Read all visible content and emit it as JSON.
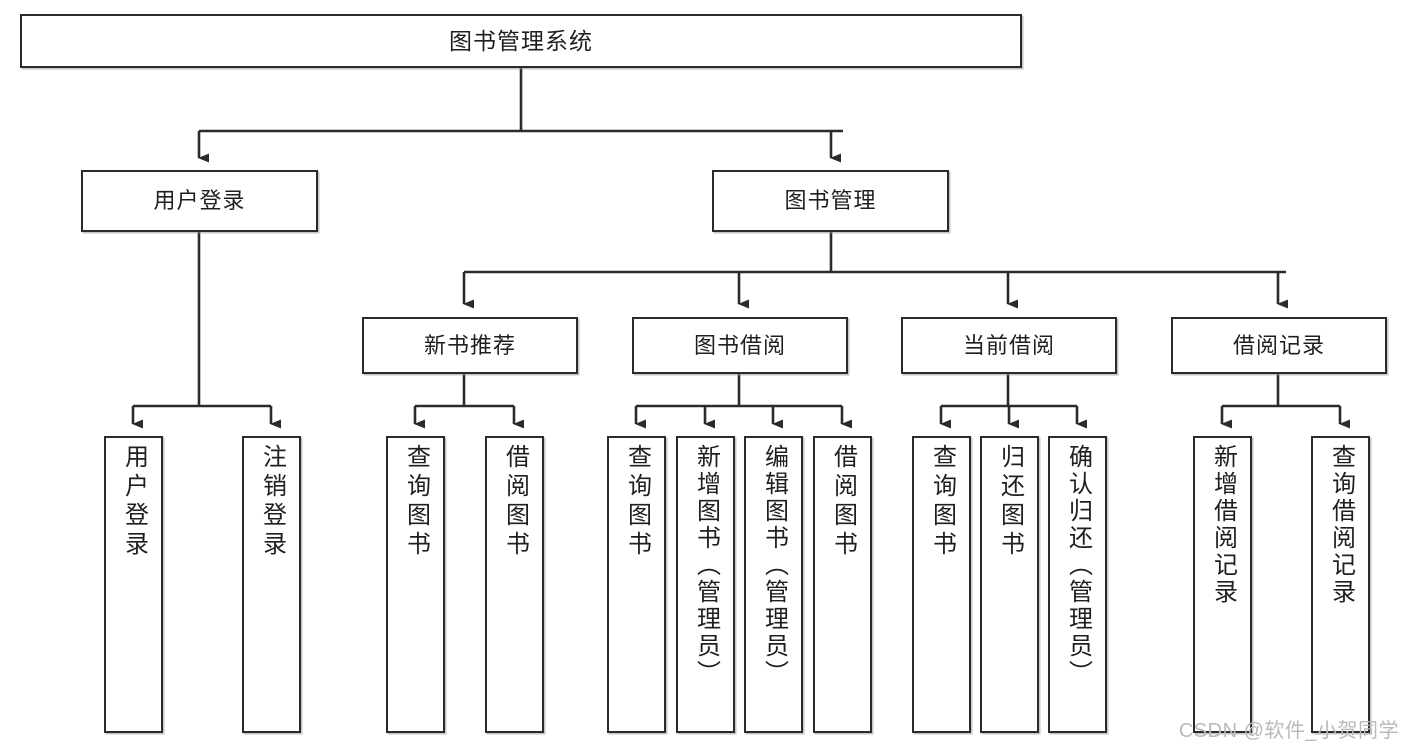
{
  "diagram": {
    "title": "图书管理系统",
    "watermark": "CSDN @软件_小贺同学",
    "nodes": {
      "root": {
        "label": "图书管理系统"
      },
      "level2": [
        {
          "id": "user-login",
          "label": "用户登录"
        },
        {
          "id": "book-manage",
          "label": "图书管理"
        }
      ],
      "level3": [
        {
          "id": "new-book-recommend",
          "label": "新书推荐"
        },
        {
          "id": "book-borrow",
          "label": "图书借阅"
        },
        {
          "id": "current-borrow",
          "label": "当前借阅"
        },
        {
          "id": "borrow-record",
          "label": "借阅记录"
        }
      ],
      "leaves": {
        "user_login": [
          {
            "id": "leaf-user-login",
            "label": "用户登录"
          },
          {
            "id": "leaf-logout-login",
            "label": "注销登录"
          }
        ],
        "new_book_recommend": [
          {
            "id": "leaf-query-book-1",
            "label": "查询图书"
          },
          {
            "id": "leaf-borrow-book-1",
            "label": "借阅图书"
          }
        ],
        "book_borrow": [
          {
            "id": "leaf-query-book-2",
            "label": "查询图书"
          },
          {
            "id": "leaf-add-book",
            "label": "新增图书（管理员）"
          },
          {
            "id": "leaf-edit-book",
            "label": "编辑图书（管理员）"
          },
          {
            "id": "leaf-borrow-book-2",
            "label": "借阅图书"
          }
        ],
        "current_borrow": [
          {
            "id": "leaf-query-book-3",
            "label": "查询图书"
          },
          {
            "id": "leaf-return-book",
            "label": "归还图书"
          },
          {
            "id": "leaf-confirm-return",
            "label": "确认归还（管理员）"
          }
        ],
        "borrow_record": [
          {
            "id": "leaf-add-borrow-record",
            "label": "新增借阅记录"
          },
          {
            "id": "leaf-query-borrow-record",
            "label": "查询借阅记录"
          }
        ]
      }
    },
    "colors": {
      "stroke": "#2b2b2b",
      "fill": "#ffffff",
      "text": "#1f1f1f",
      "watermark": "#b9b9b9"
    }
  }
}
